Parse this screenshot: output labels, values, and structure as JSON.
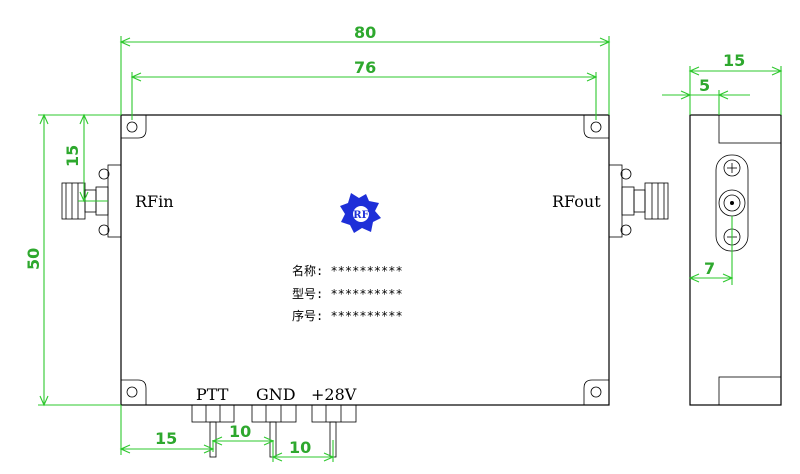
{
  "dimensions": {
    "overall_length": "80",
    "hole_spacing": "76",
    "side_width": "15",
    "side_offset": "5",
    "side_connector_offset": "7",
    "height": "50",
    "rfin_offset": "15",
    "ptt_offset": "15",
    "pin_spacing_1": "10",
    "pin_spacing_2": "10"
  },
  "labels": {
    "rf_in": "RFin",
    "rf_out": "RFout",
    "ptt": "PTT",
    "gnd": "GND",
    "power": "+28V",
    "logo_text": "RF"
  },
  "info": {
    "name": "名称: **********",
    "model": "型号: **********",
    "serial": "序号: **********"
  },
  "colors": {
    "dimension": "#2ec82e",
    "logo": "#1e2fd8",
    "outline": "#000000"
  }
}
